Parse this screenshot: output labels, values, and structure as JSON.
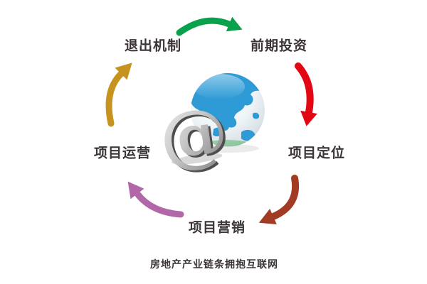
{
  "diagram": {
    "caption": "房地产产业链条拥抱互联网",
    "center_icon": "globe-with-at-symbol",
    "nodes": [
      {
        "id": "exit-mechanism",
        "label": "退出机制"
      },
      {
        "id": "early-investment",
        "label": "前期投资"
      },
      {
        "id": "project-positioning",
        "label": "项目定位"
      },
      {
        "id": "project-marketing",
        "label": "项目营销"
      },
      {
        "id": "project-operation",
        "label": "项目运营"
      }
    ],
    "arrows": [
      {
        "from": "退出机制",
        "to": "前期投资",
        "color": "#0aa14d"
      },
      {
        "from": "前期投资",
        "to": "项目定位",
        "color": "#e30613"
      },
      {
        "from": "项目定位",
        "to": "项目营销",
        "color": "#a23b24"
      },
      {
        "from": "项目营销",
        "to": "项目运营",
        "color": "#b268a8"
      },
      {
        "from": "项目运营",
        "to": "退出机制",
        "color": "#c7931f"
      }
    ],
    "globe": {
      "ocean_color": "#f2f7fa",
      "land_color": "#2e9bd6",
      "at_symbol": "@"
    },
    "text_color": "#3b3536"
  }
}
